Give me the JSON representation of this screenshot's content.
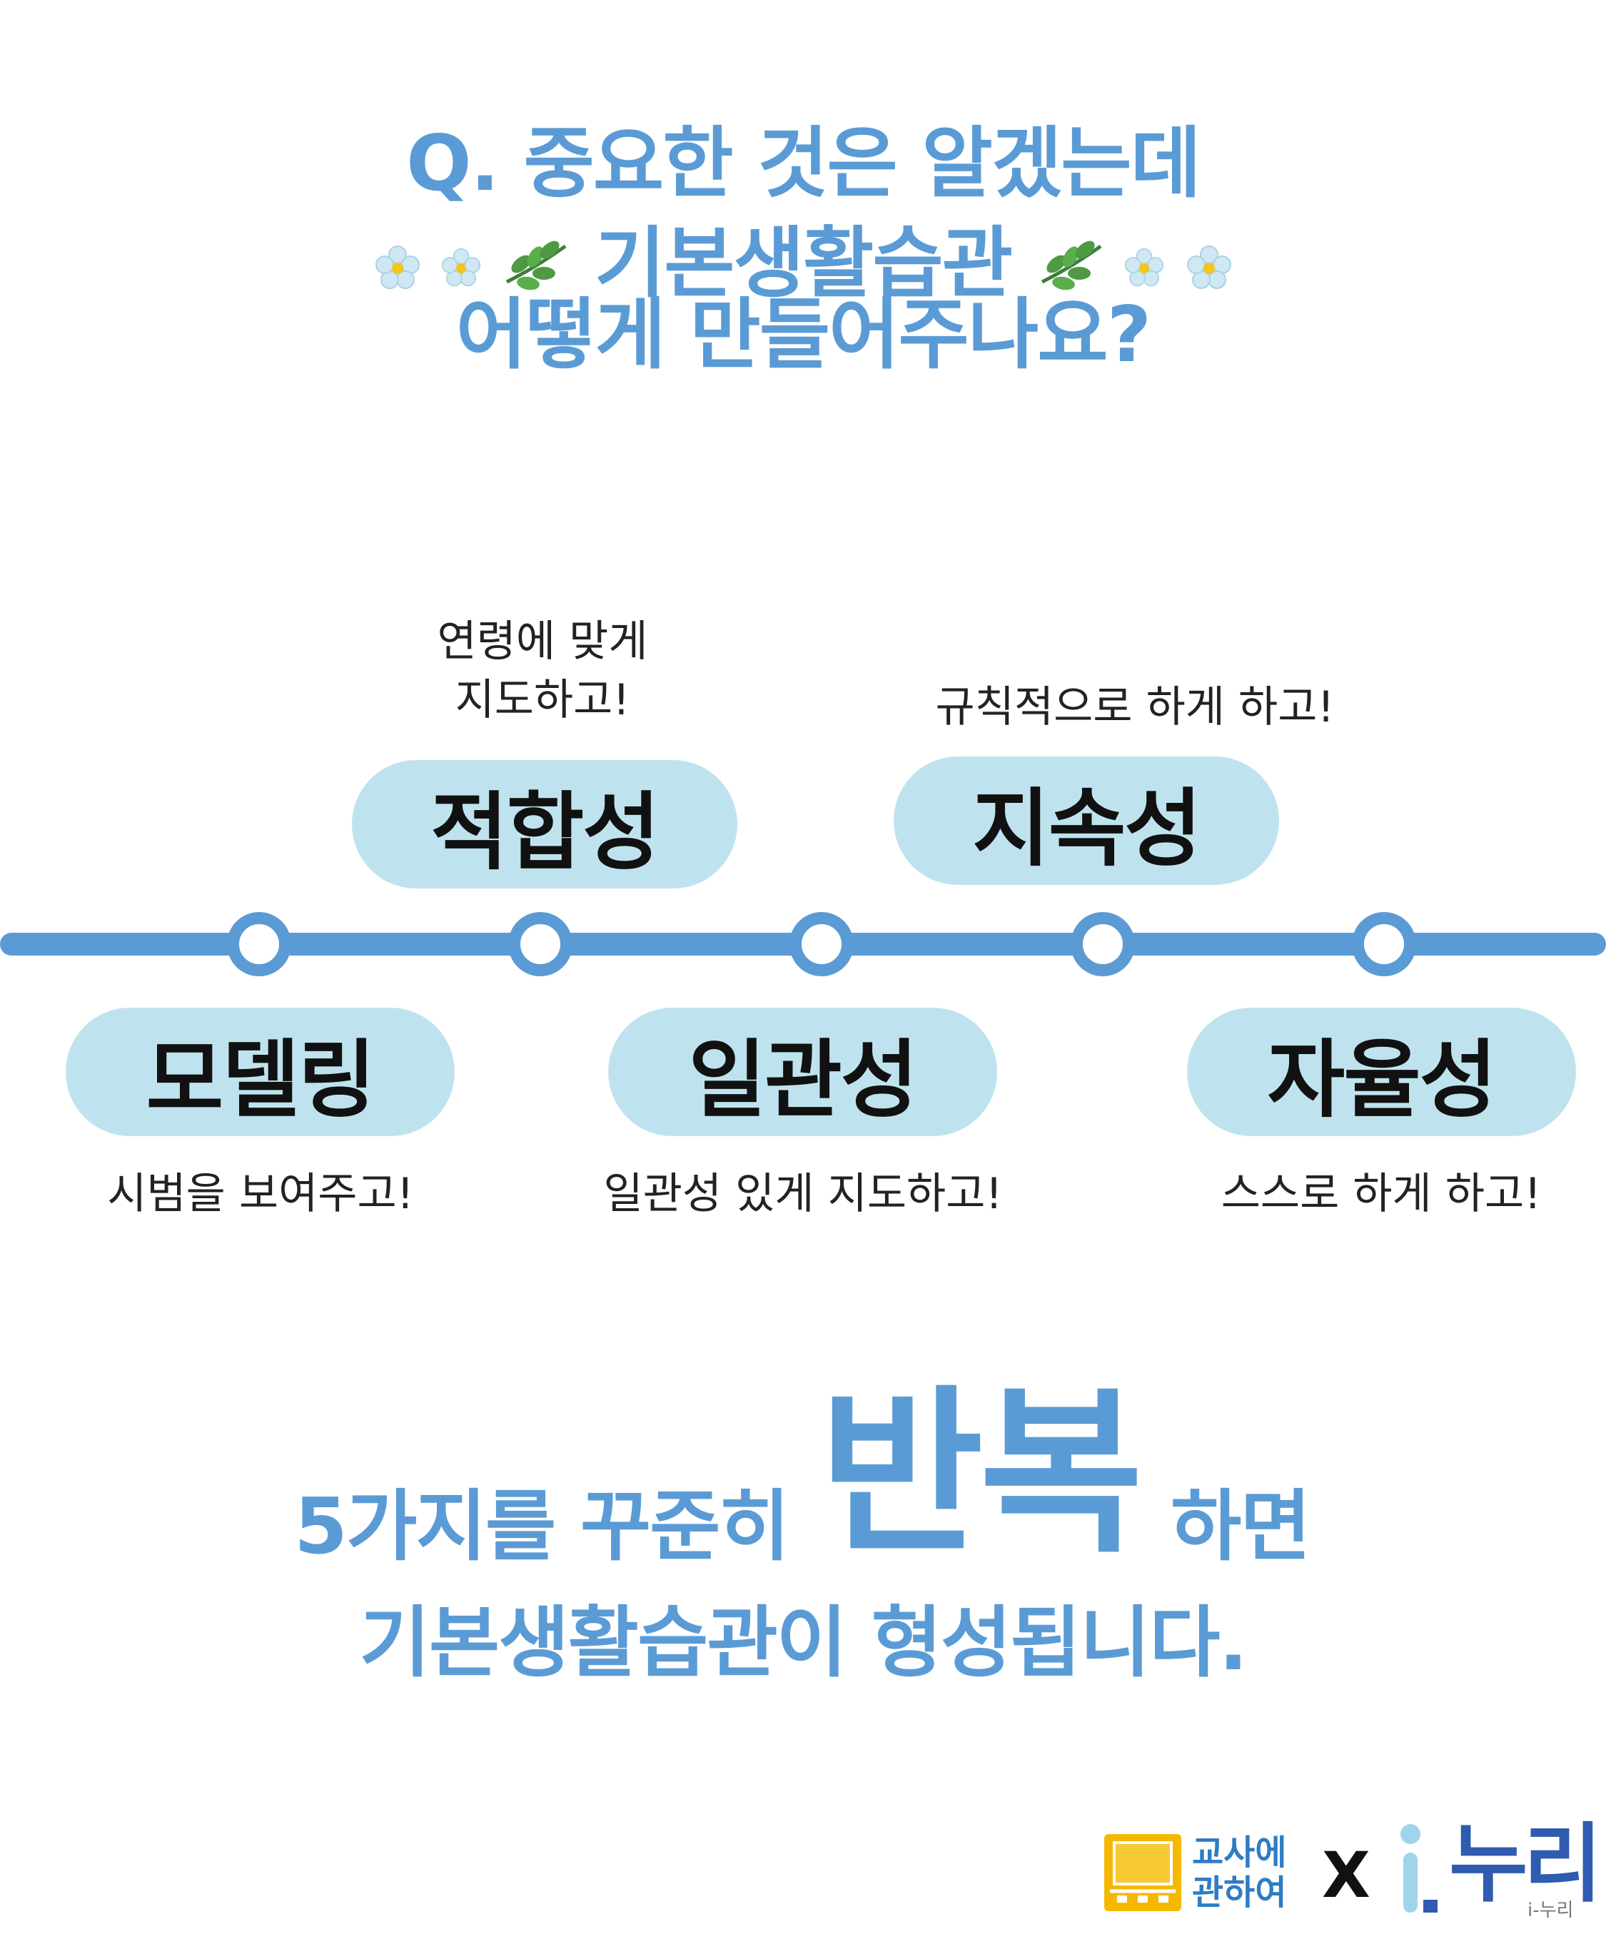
{
  "header": {
    "line1": "Q. 중요한 것은 알겠는데",
    "line2": "기본생활습관",
    "line3": "어떻게 만들어주나요?"
  },
  "principles": [
    {
      "label": "모델링",
      "caption": "시범을 보여주고!"
    },
    {
      "label": "적합성",
      "caption_line1": "연령에 맞게",
      "caption_line2": "지도하고!"
    },
    {
      "label": "일관성",
      "caption": "일관성 있게 지도하고!"
    },
    {
      "label": "지속성",
      "caption": "규칙적으로 하게 하고!"
    },
    {
      "label": "자율성",
      "caption": "스스로 하게 하고!"
    }
  ],
  "conclusion": {
    "part1": "5가지를 꾸준히",
    "emphasis": "반복",
    "part2": "하면",
    "line2": "기본생활습관이 형성됩니다."
  },
  "footer": {
    "brand1_line1": "교사에",
    "brand1_line2": "관하여",
    "cross": "X",
    "brand2_name": "누리",
    "brand2_caption": "i-누리"
  },
  "colors": {
    "accent_blue": "#5b9bd5",
    "pill_fill": "#bfe3ee",
    "logo_yellow": "#f5b800"
  }
}
